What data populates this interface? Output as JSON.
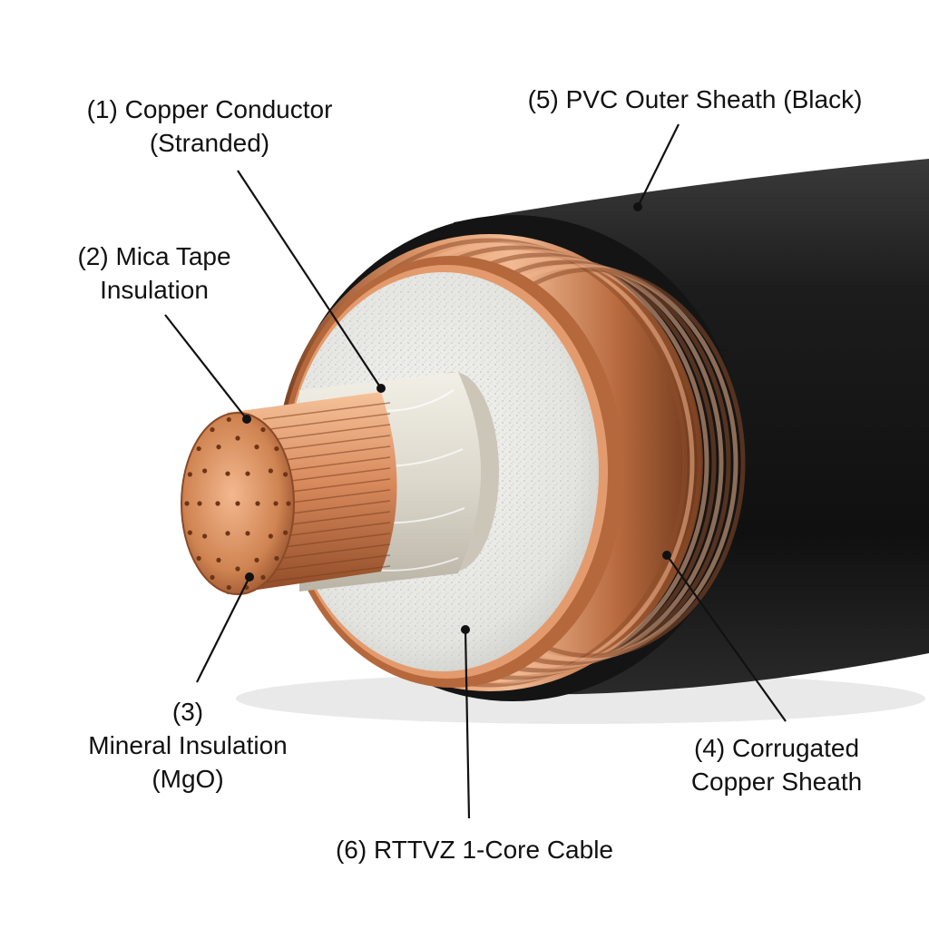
{
  "colors": {
    "background": "#ffffff",
    "copper": "#c87a4f",
    "copper_light": "#f0b08a",
    "copper_dark": "#8a4a28",
    "mica": "#e6e2d8",
    "mineral": "#e9e9e6",
    "sheath": "#181818",
    "leader": "#111111"
  },
  "labels": [
    {
      "id": "copper-conductor",
      "lines": [
        "(1) Copper Conductor",
        "(Stranded)"
      ]
    },
    {
      "id": "mica-tape",
      "lines": [
        "(2) Mica Tape",
        "Insulation"
      ]
    },
    {
      "id": "mineral-insulation",
      "lines": [
        "(3)",
        "Mineral Insulation",
        "(MgO)"
      ]
    },
    {
      "id": "corrugated-sheath",
      "lines": [
        "(4) Corrugated",
        "Copper Sheath"
      ]
    },
    {
      "id": "pvc-sheath",
      "lines": [
        "(5) PVC Outer Sheath (Black)"
      ]
    },
    {
      "id": "cable-type",
      "lines": [
        "(6) RTTVZ 1-Core Cable"
      ]
    }
  ]
}
